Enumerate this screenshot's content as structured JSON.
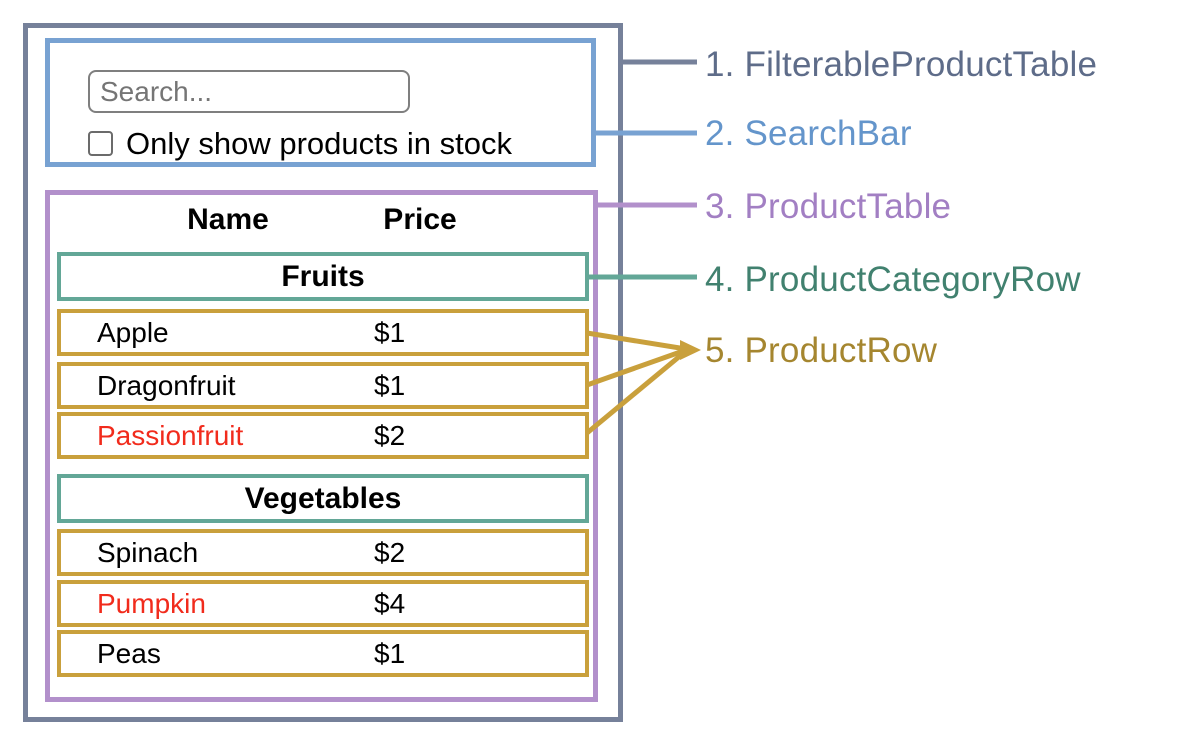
{
  "search_bar": {
    "placeholder": "Search...",
    "checkbox_label": "Only show products in stock",
    "checkbox_checked": false
  },
  "product_table": {
    "headers": [
      "Name",
      "Price"
    ],
    "sections": [
      {
        "category": "Fruits",
        "rows": [
          {
            "name": "Apple",
            "price": "$1",
            "out_of_stock": false
          },
          {
            "name": "Dragonfruit",
            "price": "$1",
            "out_of_stock": false
          },
          {
            "name": "Passionfruit",
            "price": "$2",
            "out_of_stock": true
          }
        ]
      },
      {
        "category": "Vegetables",
        "rows": [
          {
            "name": "Spinach",
            "price": "$2",
            "out_of_stock": false
          },
          {
            "name": "Pumpkin",
            "price": "$4",
            "out_of_stock": true
          },
          {
            "name": "Peas",
            "price": "$1",
            "out_of_stock": false
          }
        ]
      }
    ]
  },
  "legend": [
    {
      "label": "1. FilterableProductTable",
      "color": "#5e6c89"
    },
    {
      "label": "2. SearchBar",
      "color": "#6495cb"
    },
    {
      "label": "3. ProductTable",
      "color": "#a27fc3"
    },
    {
      "label": "4. ProductCategoryRow",
      "color": "#41816f"
    },
    {
      "label": "5. ProductRow",
      "color": "#a5862f"
    }
  ],
  "colors": {
    "filterable_product_table_border": "#76819a",
    "search_bar_border": "#78a2d2",
    "product_table_border": "#b290cb",
    "product_category_row_border": "#63a797",
    "product_row_border": "#c9a03c",
    "out_of_stock_text": "#f12b1c"
  }
}
